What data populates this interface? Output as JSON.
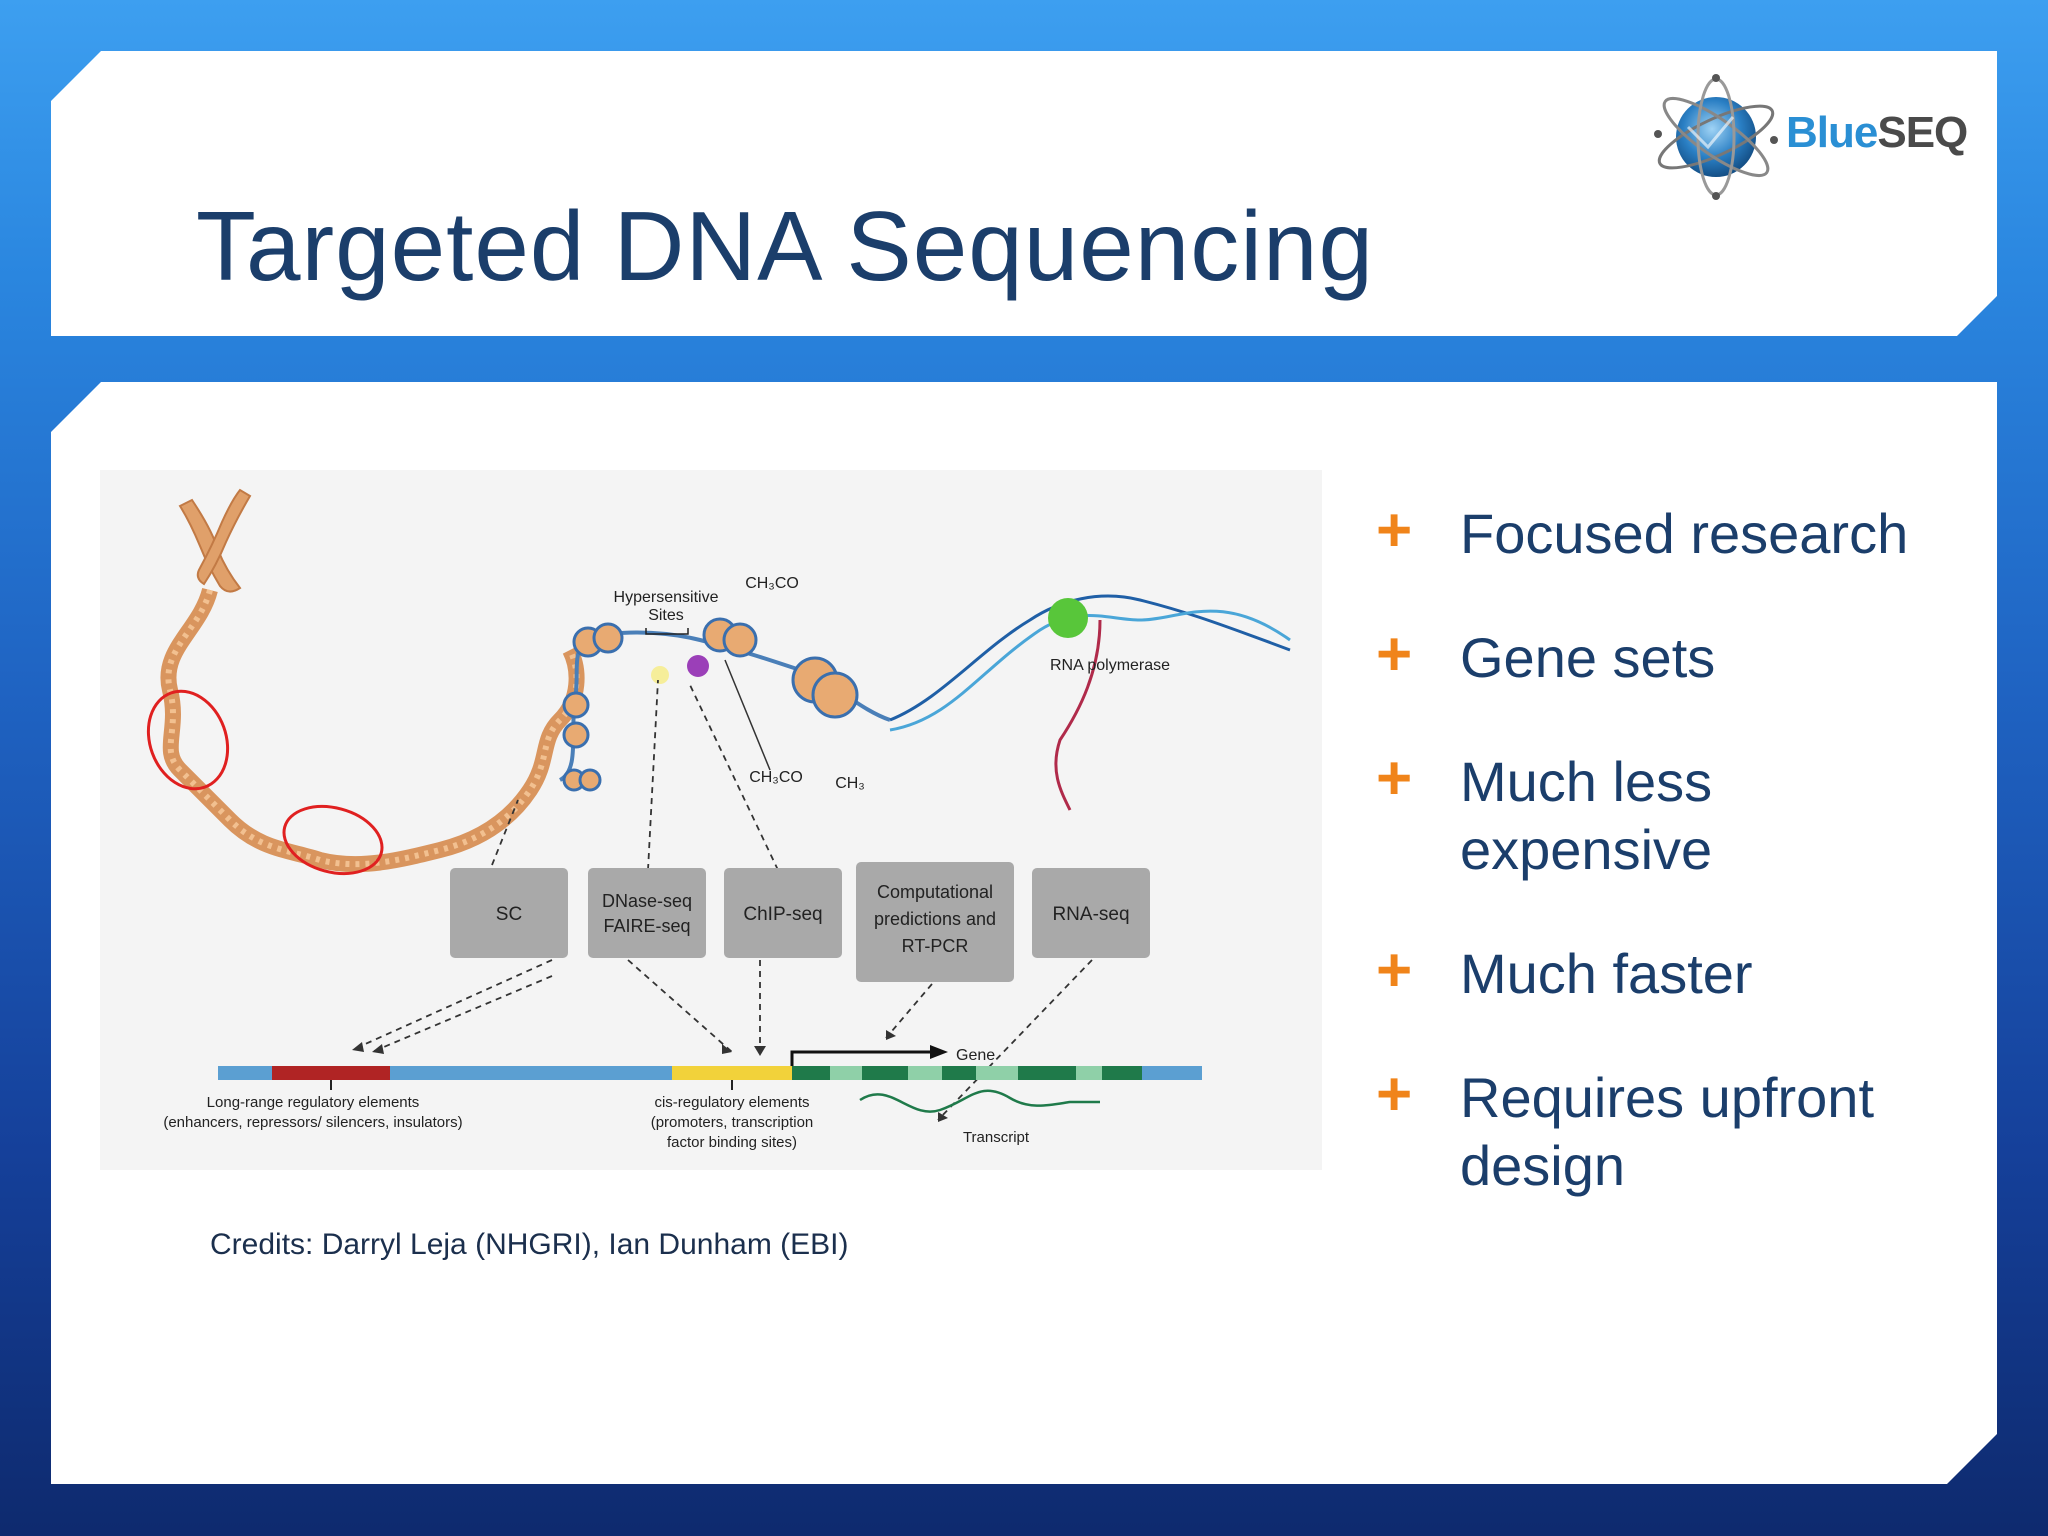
{
  "slide": {
    "title": "Targeted DNA Sequencing",
    "logo": {
      "part1": "Blue",
      "part2": "SEQ",
      "icon": "globe-icon"
    },
    "credits": "Credits: Darryl Leja (NHGRI), Ian Dunham (EBI)",
    "bullets": [
      {
        "text": "Focused research"
      },
      {
        "text": "Gene sets"
      },
      {
        "text": "Much less expensive"
      },
      {
        "text": "Much faster"
      },
      {
        "text": "Requires upfront design"
      }
    ],
    "bullet_marker": "+"
  },
  "figure": {
    "labels": {
      "hypersensitive": "Hypersensitive",
      "sites": "Sites",
      "ch3co_top": "CH₃CO",
      "ch3co_mid": "CH₃CO",
      "ch3": "CH₃",
      "rna_polymerase": "RNA polymerase",
      "gene": "Gene",
      "transcript": "Transcript",
      "long_range_1": "Long-range regulatory elements",
      "long_range_2": "(enhancers, repressors/ silencers, insulators)",
      "cis_1": "cis-regulatory elements",
      "cis_2": "(promoters, transcription",
      "cis_3": "factor binding sites)"
    },
    "methods": [
      {
        "line1": "SC",
        "line2": "",
        "line3": ""
      },
      {
        "line1": "DNase-seq",
        "line2": "FAIRE-seq",
        "line3": ""
      },
      {
        "line1": "ChIP-seq",
        "line2": "",
        "line3": ""
      },
      {
        "line1": "Computational",
        "line2": "predictions and",
        "line3": "RT-PCR"
      },
      {
        "line1": "RNA-seq",
        "line2": "",
        "line3": ""
      }
    ]
  },
  "colors": {
    "title": "#1b3e6b",
    "bullet_plus": "#f0841a",
    "chromatin": "#e0a06a",
    "dna_bar_blue": "#5b9fd2",
    "regulatory_red": "#b02424",
    "cis_yellow": "#f2d23a",
    "exon_green": "#1f7a4a",
    "highlight_circle": "#e02020"
  }
}
